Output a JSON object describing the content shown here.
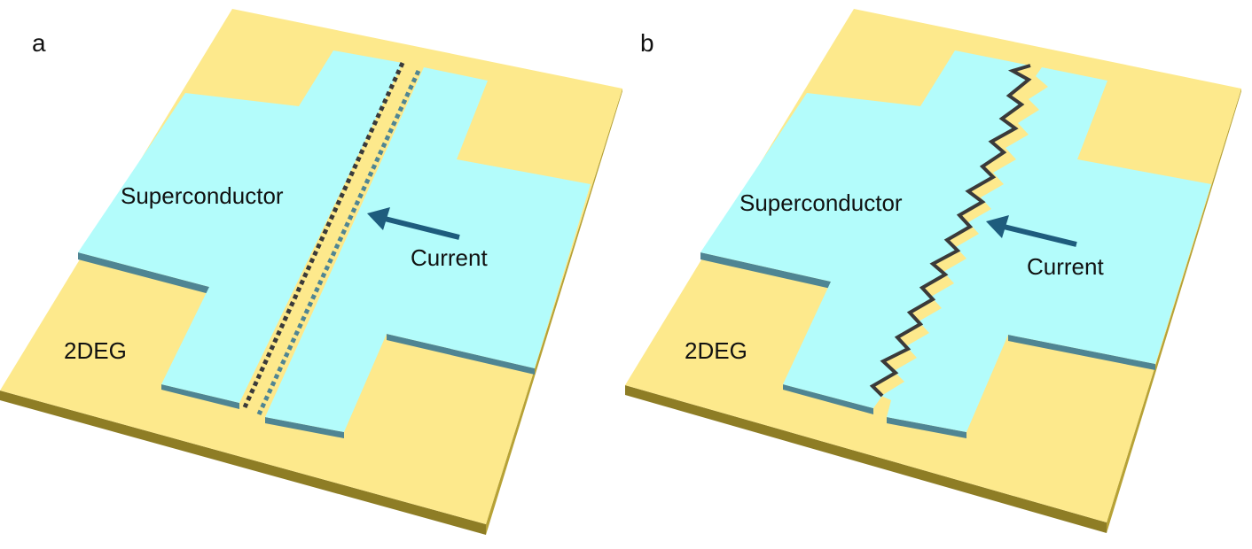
{
  "colors": {
    "substrate_top": "#fde98c",
    "substrate_side": "#b7a236",
    "substrate_front": "#8e7d25",
    "superconductor": "#b3fcfb",
    "superconductor_edge": "#4f8593",
    "arrow": "#1e5c7d",
    "text": "#111111"
  },
  "panels": [
    {
      "id": "a",
      "label": "a",
      "junction": "straight-zigzag",
      "labels": {
        "superconductor": "Superconductor",
        "current": "Current",
        "twodeg": "2DEG"
      }
    },
    {
      "id": "b",
      "label": "b",
      "junction": "sawtooth",
      "labels": {
        "superconductor": "Superconductor",
        "current": "Current",
        "twodeg": "2DEG"
      }
    }
  ],
  "icons": {
    "arrow": "arrow-left-icon"
  }
}
